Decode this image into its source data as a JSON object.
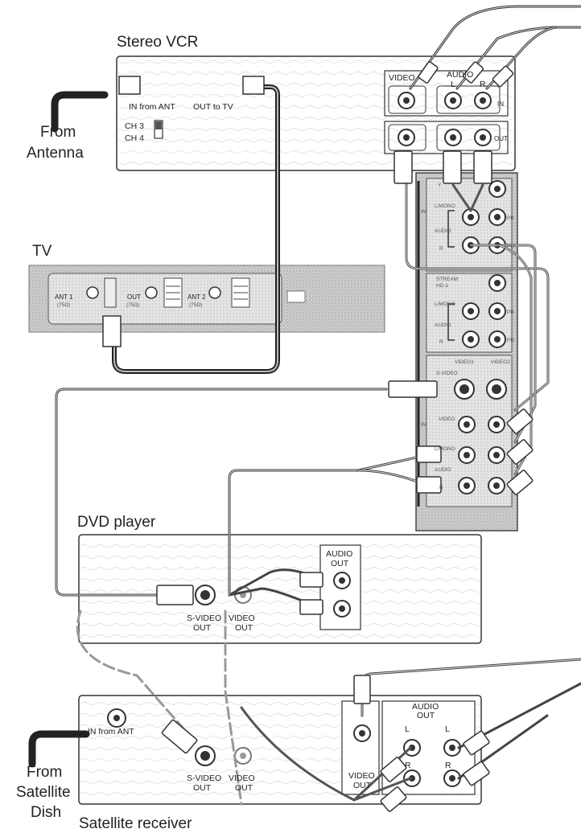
{
  "devices": {
    "vcr": {
      "title": "Stereo VCR",
      "in_from_ant": "IN from ANT",
      "out_to_tv": "OUT to TV",
      "ch3": "CH 3",
      "ch4": "CH 4",
      "video": "VIDEO",
      "audio": "AUDIO",
      "l": "L",
      "r": "R",
      "in": "IN",
      "out": "OUT"
    },
    "tv": {
      "title": "TV",
      "ant1": "ANT 1",
      "ant1_ohm": "(75Ω)",
      "out": "OUT",
      "out_ohm": "(75Ω)",
      "ant2": "ANT 2",
      "ant2_ohm": "(75Ω)"
    },
    "tv_panel": {
      "in": "IN",
      "y": "Y",
      "l_mono": "L/MONO",
      "audio": "AUDIO",
      "r": "R",
      "pb": "PB",
      "pr": "PR",
      "stream": "STREAM",
      "hd1": "HD-1",
      "s_video": "S-VIDEO",
      "video1": "VIDEO1",
      "video2": "VIDEO2",
      "video": "VIDEO"
    },
    "dvd": {
      "title": "DVD player",
      "audio_out_1": "AUDIO",
      "audio_out_2": "OUT",
      "s_video_out_1": "S-VIDEO",
      "s_video_out_2": "OUT",
      "video_out_1": "VIDEO",
      "video_out_2": "OUT"
    },
    "satellite": {
      "title": "Satellite receiver",
      "in_from_ant": "IN from ANT",
      "s_video_out_1": "S-VIDEO",
      "s_video_out_2": "OUT",
      "video_out_1": "VIDEO",
      "video_out_2": "OUT",
      "audio_out_1": "AUDIO",
      "audio_out_2": "OUT",
      "l": "L",
      "r": "R",
      "video_out_b1": "VIDEO",
      "video_out_b2": "OUT"
    }
  },
  "sources": {
    "antenna_1": "From",
    "antenna_2": "Antenna",
    "sat_1": "From",
    "sat_2": "Satellite",
    "sat_3": "Dish"
  }
}
